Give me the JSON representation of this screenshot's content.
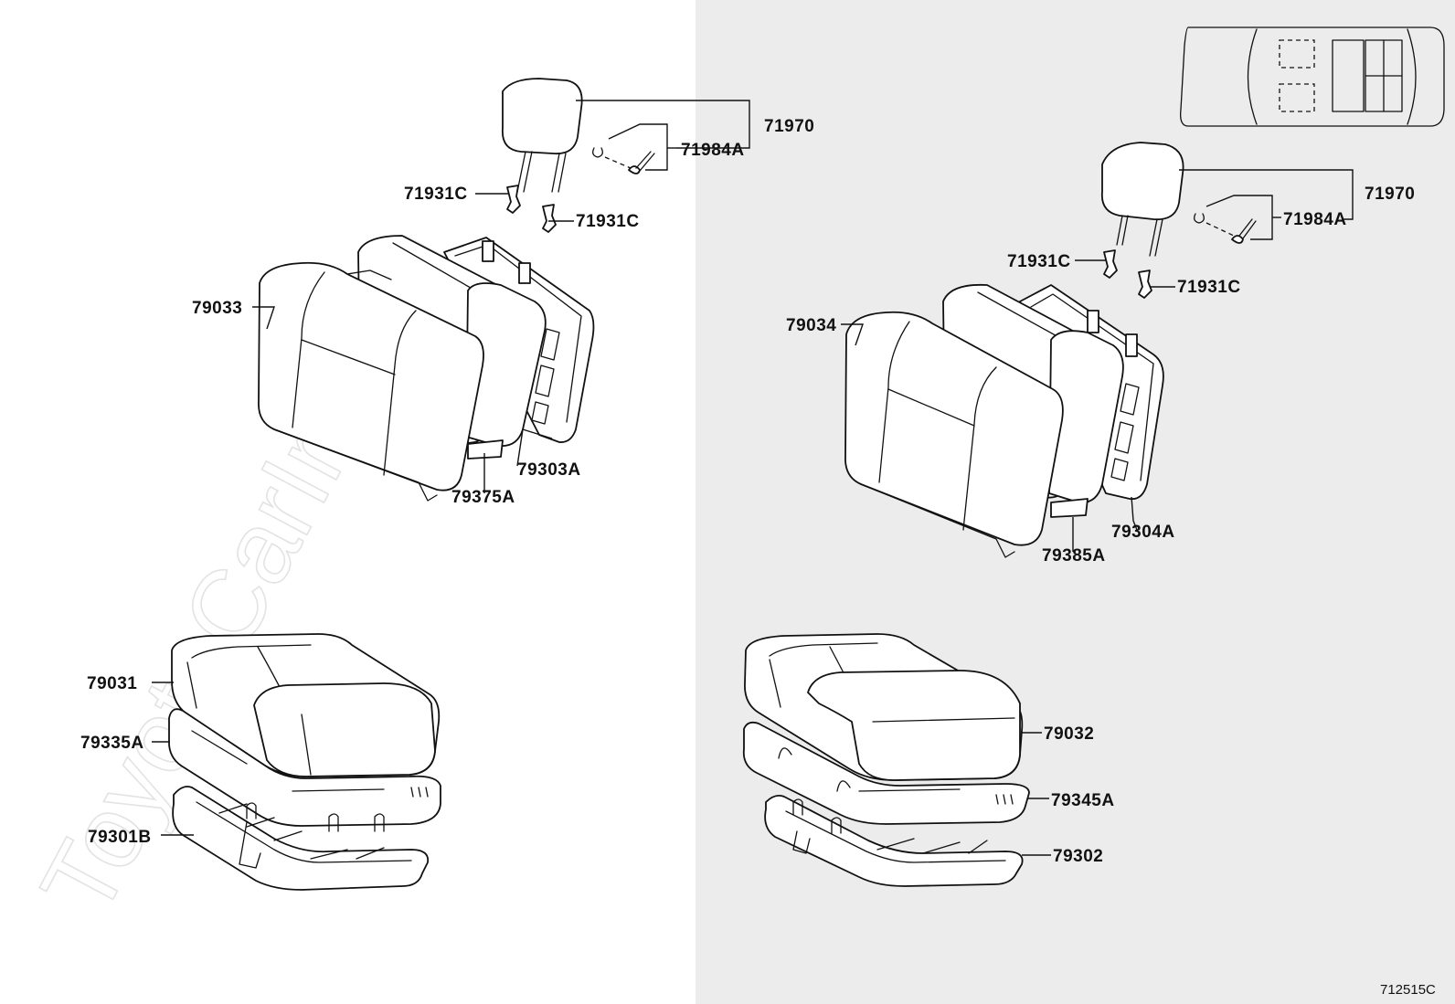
{
  "watermark": "ToyotaCarInfo.ru",
  "diagram_code": "712515C",
  "colors": {
    "left_background": "#ffffff",
    "right_background": "#ececec",
    "line": "#111111",
    "watermark": "#e3e3e3"
  },
  "left_side": {
    "labels": {
      "headrest": "71970",
      "headrest_support": "71984A",
      "guide_left": "71931C",
      "guide_right": "71931C",
      "back_cover": "79033",
      "back_frame_bracket": "79303A",
      "back_pad": "79375A",
      "cushion_cover": "79031",
      "cushion_pad": "79335A",
      "cushion_frame": "79301B"
    }
  },
  "right_side": {
    "labels": {
      "headrest": "71970",
      "headrest_support": "71984A",
      "guide_left": "71931C",
      "guide_right": "71931C",
      "back_cover": "79034",
      "back_frame_bracket": "79304A",
      "back_pad": "79385A",
      "cushion_cover": "79032",
      "cushion_pad": "79345A",
      "cushion_frame": "79302"
    }
  }
}
